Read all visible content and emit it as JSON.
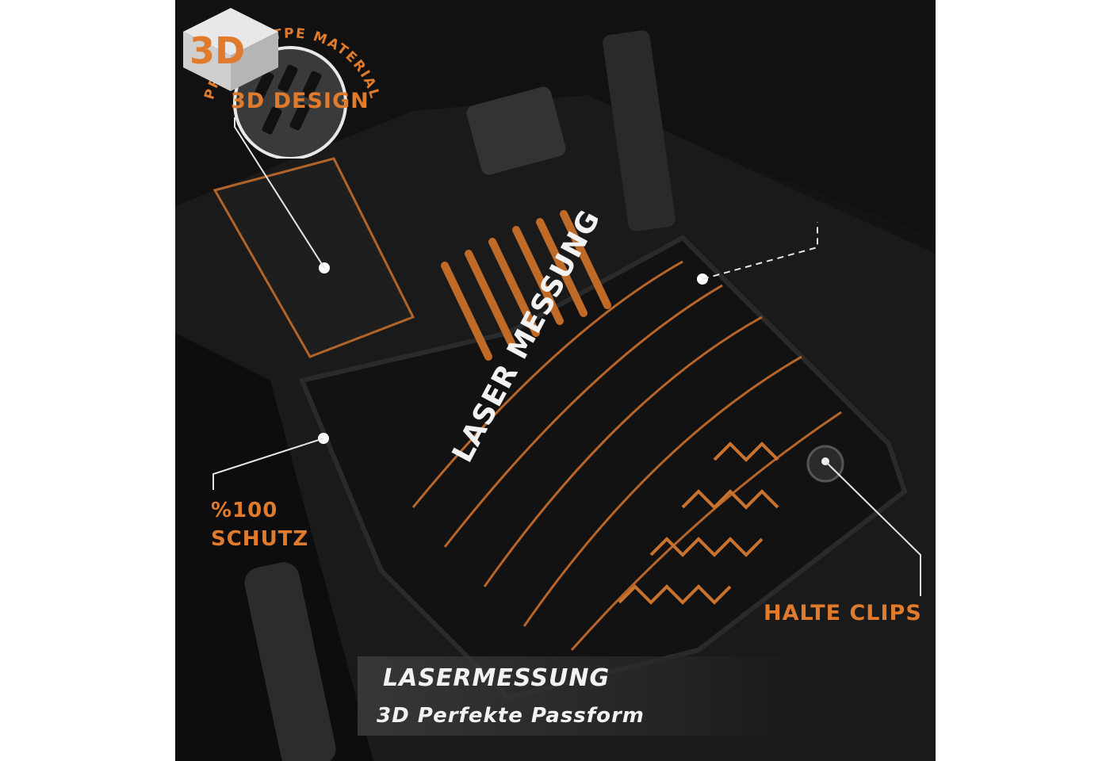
{
  "labels": {
    "design": "3D DESIGN",
    "premium": "PREMIUM TPE MATERIAL",
    "schutz_line1": "%100",
    "schutz_line2": "SCHUTZ",
    "clips": "HALTE CLIPS",
    "laser_rotated": "LASER MESSUNG",
    "main_title": "LASERMESSUNG",
    "subtitle": "3D Perfekte Passform",
    "logo": "3D"
  },
  "colors": {
    "accent": "#e07a2c",
    "text": "#f2f2f2",
    "background": "#0b0b0b"
  }
}
